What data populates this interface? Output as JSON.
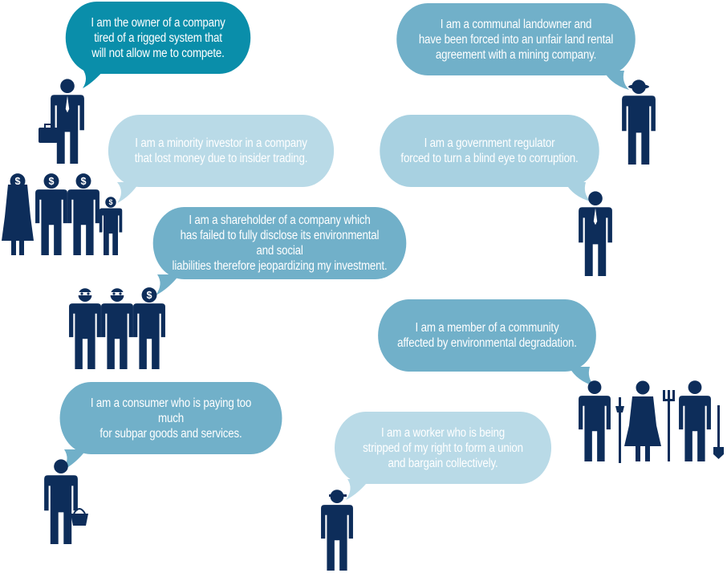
{
  "colors": {
    "figure": "#0d2d5a",
    "bubble_teal": "#0a8eaa",
    "bubble_mid": "#71b0c9",
    "bubble_light": "#a8d1e1",
    "bubble_pale": "#b9dae7"
  },
  "statements": {
    "company_owner": "I am the owner of a company\ntired of a rigged system that\nwill not allow me to compete.",
    "landowner": "I am a communal landowner and\nhave been forced into an unfair land rental\nagreement with a mining company.",
    "minority_investor": "I am a minority investor in a company\nthat lost money due to insider trading.",
    "regulator": "I am a government regulator\nforced to turn a blind eye to corruption.",
    "shareholder": "I am a shareholder of a company which\nhas failed to fully disclose its environmental and social\nliabilities therefore jeopardizing my investment.",
    "community_member": "I am a member of a community\naffected by environmental degradation.",
    "consumer": "I am a consumer who is paying too much\nfor subpar goods and services.",
    "worker": "I am a worker who is being\nstripped of my right to form a union\nand bargain collectively."
  },
  "icons": {
    "dollar_symbol": "$",
    "figures": [
      "businessman-with-briefcase-icon",
      "farmer-with-hat-icon",
      "investor-family-icon",
      "regulator-with-tie-icon",
      "masked-thieves-and-investor-icon",
      "community-farmers-with-tools-icon",
      "shopper-with-basket-icon",
      "worker-with-cap-icon"
    ]
  }
}
